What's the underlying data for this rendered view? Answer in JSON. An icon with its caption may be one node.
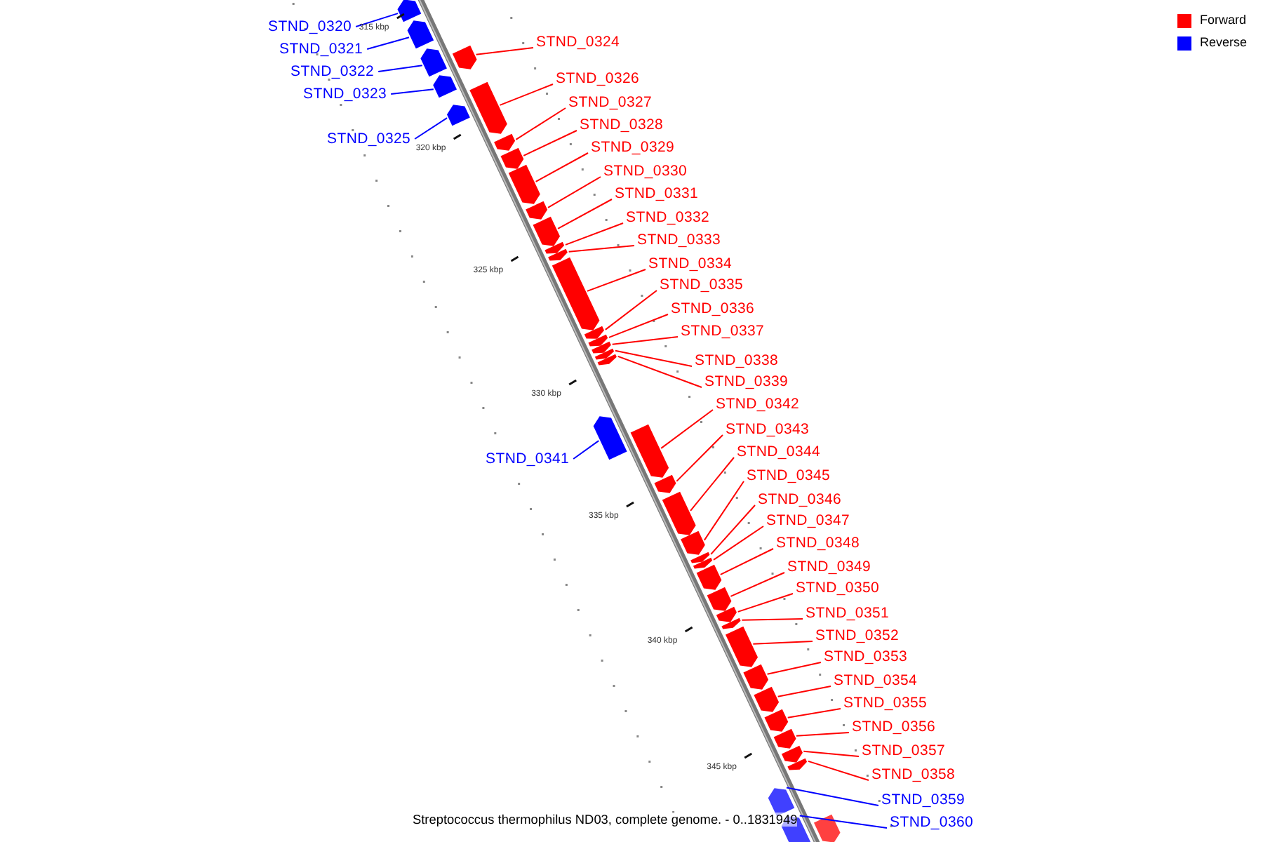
{
  "diagram": {
    "caption": "Streptococcus thermophilus ND03, complete genome. - 0..1831949",
    "nodes": [
      {
        "text": [
          "STND_0320"
        ]
      },
      {
        "text": [
          "STND_0321"
        ]
      },
      {
        "text": [
          "STND_0322"
        ]
      },
      {
        "text": [
          "STND_0323"
        ]
      },
      {
        "text": [
          "STND_0324"
        ]
      },
      {
        "text": [
          "STND_0325"
        ]
      },
      {
        "text": [
          "STND_0326"
        ]
      },
      {
        "text": [
          "STND_0327"
        ]
      },
      {
        "text": [
          "STND_0328"
        ]
      },
      {
        "text": [
          "STND_0329"
        ]
      },
      {
        "text": [
          "STND_0330"
        ]
      },
      {
        "text": [
          "STND_0331"
        ]
      },
      {
        "text": [
          "STND_0332"
        ]
      },
      {
        "text": [
          "STND_0333"
        ]
      },
      {
        "text": [
          "STND_0334"
        ]
      },
      {
        "text": [
          "STND_0335"
        ]
      },
      {
        "text": [
          "STND_0336"
        ]
      },
      {
        "text": [
          "STND_0337"
        ]
      },
      {
        "text": [
          "STND_0338"
        ]
      },
      {
        "text": [
          "STND_0339"
        ]
      },
      {
        "text": [
          "STND_0341"
        ]
      },
      {
        "text": [
          "STND_0342"
        ]
      },
      {
        "text": [
          "STND_0343"
        ]
      },
      {
        "text": [
          "STND_0344"
        ]
      },
      {
        "text": [
          "STND_0345"
        ]
      },
      {
        "text": [
          "STND_0346"
        ]
      },
      {
        "text": [
          "STND_0347"
        ]
      },
      {
        "text": [
          "STND_0348"
        ]
      },
      {
        "text": [
          "STND_0349"
        ]
      },
      {
        "text": [
          "STND_0350"
        ]
      },
      {
        "text": [
          "STND_0351"
        ]
      },
      {
        "text": [
          "STND_0352"
        ]
      },
      {
        "text": [
          "STND_0353"
        ]
      },
      {
        "text": [
          "STND_0354"
        ]
      },
      {
        "text": [
          "STND_0355"
        ]
      },
      {
        "text": [
          "STND_0356"
        ]
      },
      {
        "text": [
          "STND_0357"
        ]
      },
      {
        "text": [
          "STND_0358"
        ]
      },
      {
        "text": [
          "STND_0359"
        ]
      },
      {
        "text": [
          "STND_0360"
        ]
      },
      {
        "text": [],
        "shape": "arrow"
      },
      {
        "text": [],
        "shape": "arrow"
      },
      {
        "text": [],
        "shape": "arrow"
      },
      {
        "text": [],
        "shape": "arrow"
      },
      {
        "text": [],
        "shape": "arrow"
      },
      {
        "text": [],
        "shape": "arrow"
      },
      {
        "text": [],
        "shape": "arrow"
      },
      {
        "text": [],
        "shape": "arrow"
      },
      {
        "text": [],
        "shape": "arrow"
      },
      {
        "text": [],
        "shape": "arrow"
      },
      {
        "text": [],
        "shape": "arrow"
      },
      {
        "text": [],
        "shape": "arrow"
      },
      {
        "text": [],
        "shape": "arrow"
      },
      {
        "text": [],
        "shape": "arrow"
      },
      {
        "text": [],
        "shape": "arrow"
      },
      {
        "text": [],
        "shape": "arrow"
      },
      {
        "text": [],
        "shape": "arrow"
      },
      {
        "text": [],
        "shape": "arrow"
      },
      {
        "text": [],
        "shape": "arrow"
      },
      {
        "text": [],
        "shape": "arrow"
      },
      {
        "text": [],
        "shape": "arrow"
      },
      {
        "text": [],
        "shape": "arrow"
      },
      {
        "text": [],
        "shape": "arrow"
      },
      {
        "text": [],
        "shape": "arrow"
      },
      {
        "text": [],
        "shape": "arrow"
      },
      {
        "text": [],
        "shape": "arrow"
      },
      {
        "text": [],
        "shape": "arrow"
      },
      {
        "text": [],
        "shape": "arrow"
      },
      {
        "text": [],
        "shape": "arrow"
      },
      {
        "text": [],
        "shape": "arrow"
      },
      {
        "text": [],
        "shape": "arrow"
      },
      {
        "text": [],
        "shape": "arrow"
      },
      {
        "text": [],
        "shape": "arrow"
      },
      {
        "text": [],
        "shape": "arrow"
      },
      {
        "text": [],
        "shape": "arrow"
      },
      {
        "text": [],
        "shape": "arrow"
      },
      {
        "text": [],
        "shape": "arrow"
      },
      {
        "text": [],
        "shape": "arrow"
      },
      {
        "text": [],
        "shape": "arrow"
      },
      {
        "text": [],
        "shape": "arrow"
      },
      {
        "text": [],
        "shape": "arrow"
      }
    ],
    "edges": [
      {
        "from": 0,
        "to": 40,
        "arrow": "none",
        "color": "#0000ff"
      },
      {
        "from": 1,
        "to": 41,
        "arrow": "none",
        "color": "#0000ff"
      },
      {
        "from": 2,
        "to": 42,
        "arrow": "none",
        "color": "#0000ff"
      },
      {
        "from": 3,
        "to": 44,
        "arrow": "none",
        "color": "#0000ff"
      },
      {
        "from": 4,
        "to": 43,
        "arrow": "none"
      },
      {
        "from": 5,
        "to": 46,
        "arrow": "none",
        "color": "#0000ff"
      },
      {
        "from": 6,
        "to": 45,
        "arrow": "none"
      },
      {
        "from": 7,
        "to": 47,
        "arrow": "none"
      },
      {
        "from": 8,
        "to": 48,
        "arrow": "none"
      },
      {
        "from": 9,
        "to": 49,
        "arrow": "none"
      },
      {
        "from": 10,
        "to": 50,
        "arrow": "none"
      },
      {
        "from": 11,
        "to": 51,
        "arrow": "none"
      },
      {
        "from": 12,
        "to": 52,
        "arrow": "none"
      },
      {
        "from": 13,
        "to": 53,
        "arrow": "none"
      },
      {
        "from": 14,
        "to": 54,
        "arrow": "none"
      },
      {
        "from": 15,
        "to": 55,
        "arrow": "none"
      },
      {
        "from": 16,
        "to": 56,
        "arrow": "none"
      },
      {
        "from": 17,
        "to": 57,
        "arrow": "none"
      },
      {
        "from": 18,
        "to": 58,
        "arrow": "none"
      },
      {
        "from": 19,
        "to": 59,
        "arrow": "none"
      },
      {
        "from": 20,
        "to": 60,
        "arrow": "none",
        "color": "#0000ff"
      },
      {
        "from": 21,
        "to": 61,
        "arrow": "none"
      },
      {
        "from": 22,
        "to": 62,
        "arrow": "none"
      },
      {
        "from": 23,
        "to": 63,
        "arrow": "none"
      },
      {
        "from": 24,
        "to": 64,
        "arrow": "none"
      },
      {
        "from": 25,
        "to": 65,
        "arrow": "none"
      },
      {
        "from": 26,
        "to": 66,
        "arrow": "none"
      },
      {
        "from": 27,
        "to": 67,
        "arrow": "none"
      },
      {
        "from": 28,
        "to": 68,
        "arrow": "none"
      },
      {
        "from": 29,
        "to": 69,
        "arrow": "none"
      },
      {
        "from": 30,
        "to": 70,
        "arrow": "none"
      },
      {
        "from": 31,
        "to": 71,
        "arrow": "none"
      },
      {
        "from": 32,
        "to": 72,
        "arrow": "none"
      },
      {
        "from": 33,
        "to": 73,
        "arrow": "none"
      },
      {
        "from": 34,
        "to": 74,
        "arrow": "none"
      },
      {
        "from": 35,
        "to": 75,
        "arrow": "none"
      },
      {
        "from": 36,
        "to": 76,
        "arrow": "none"
      },
      {
        "from": 37,
        "to": 77,
        "arrow": "none"
      },
      {
        "from": 38,
        "to": 78,
        "arrow": "none",
        "color": "#0000ff"
      },
      {
        "from": 39,
        "to": 79,
        "arrow": "none",
        "color": "#0000ff"
      }
    ],
    "labels": [
      "315 kbp",
      "320 kbp",
      "325 kbp",
      "330 kbp",
      "335 kbp",
      "340 kbp",
      "345 kbp"
    ],
    "legend": [
      {
        "text": "Forward",
        "color": "#ff0000"
      },
      {
        "text": "Reverse",
        "color": "#0000ff"
      }
    ]
  }
}
